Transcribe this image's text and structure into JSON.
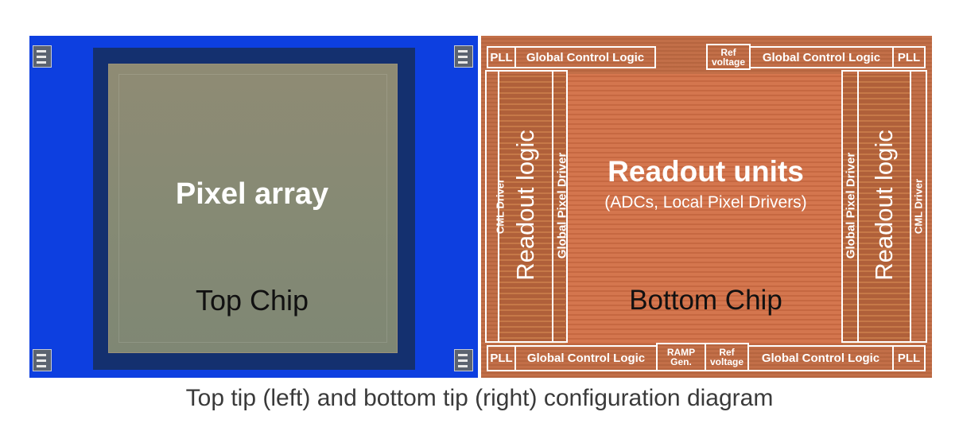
{
  "top_chip": {
    "title": "Pixel array",
    "label": "Top Chip"
  },
  "bottom_chip": {
    "core_title": "Readout units",
    "core_subtitle": "(ADCs, Local Pixel Drivers)",
    "label": "Bottom Chip",
    "readout_logic": "Readout logic",
    "global_pixel_driver": "Global Pixel Driver",
    "cml_driver": "CML Driver",
    "top_row": {
      "pll_left": "PLL",
      "gcl_left": "Global Control Logic",
      "ref_voltage": [
        "Ref",
        "voltage"
      ],
      "gcl_right": "Global Control Logic",
      "pll_right": "PLL"
    },
    "bottom_row": {
      "pll_left": "PLL",
      "gcl_left": "Global Control Logic",
      "ramp_gen": [
        "RAMP",
        "Gen."
      ],
      "ref_voltage": [
        "Ref",
        "voltage"
      ],
      "gcl_right": "Global Control Logic",
      "pll_right": "PLL"
    }
  },
  "caption": "Top tip (left) and bottom tip (right) configuration diagram",
  "colors": {
    "top_chip_background": "#0d3fe0",
    "bottom_chip_background": "#c06a42",
    "box_border": "#ffffff"
  }
}
